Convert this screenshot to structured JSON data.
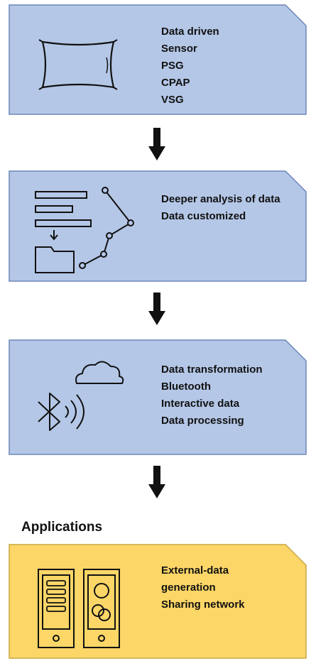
{
  "colors": {
    "panel_blue": "#b4c7e7",
    "panel_border": "#6d86b8",
    "panel_yellow": "#fcd667",
    "panel_yellow_border": "#c9a640",
    "arrow": "#111111"
  },
  "panels": [
    {
      "icon": "pillow-icon",
      "lines": [
        "Data driven",
        "Sensor",
        "PSG",
        "CPAP",
        "VSG"
      ]
    },
    {
      "icon": "data-analysis-icon",
      "lines": [
        "Deeper analysis of data",
        "Data customized"
      ]
    },
    {
      "icon": "bluetooth-cloud-icon",
      "lines": [
        "Data transformation",
        "Bluetooth",
        "Interactive data",
        "Data processing"
      ]
    }
  ],
  "applications": {
    "title": "Applications",
    "icon": "mobile-devices-icon",
    "lines": [
      "External-data",
      "generation",
      "Sharing network"
    ]
  }
}
